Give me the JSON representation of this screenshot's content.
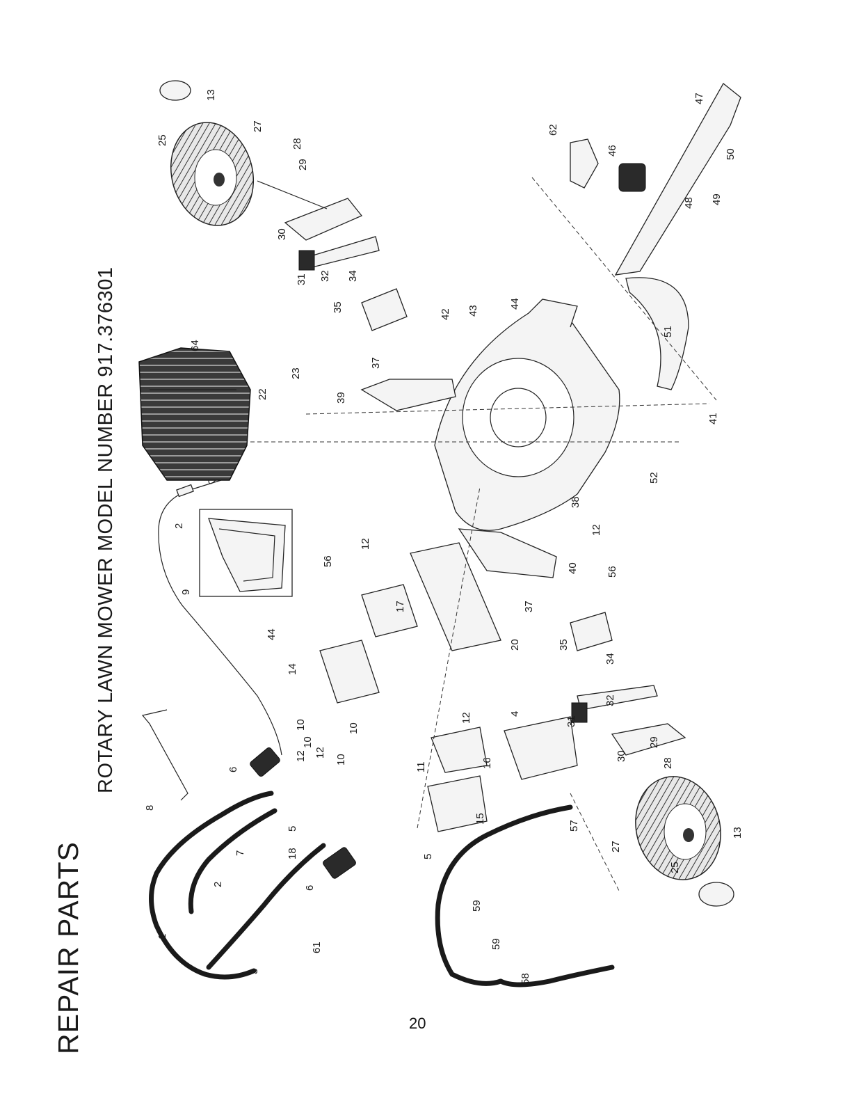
{
  "page": {
    "heading": "REPAIR PARTS",
    "model_title": "ROTARY LAWN MOWER MODEL NUMBER 917.376301",
    "page_number": "20"
  },
  "callouts": [
    "1",
    "2",
    "2",
    "3",
    "4",
    "5",
    "5",
    "6",
    "6",
    "7",
    "8",
    "9",
    "10",
    "10",
    "10",
    "10",
    "11",
    "12",
    "12",
    "12",
    "12",
    "12",
    "13",
    "13",
    "14",
    "15",
    "16",
    "17",
    "18",
    "20",
    "22",
    "23",
    "25",
    "25",
    "27",
    "27",
    "28",
    "28",
    "29",
    "29",
    "30",
    "30",
    "31",
    "31",
    "32",
    "32",
    "34",
    "34",
    "35",
    "35",
    "37",
    "37",
    "38",
    "39",
    "40",
    "41",
    "42",
    "43",
    "44",
    "44",
    "46",
    "47",
    "48",
    "49",
    "50",
    "51",
    "52",
    "56",
    "56",
    "57",
    "58",
    "59",
    "59",
    "61",
    "62",
    "64"
  ]
}
